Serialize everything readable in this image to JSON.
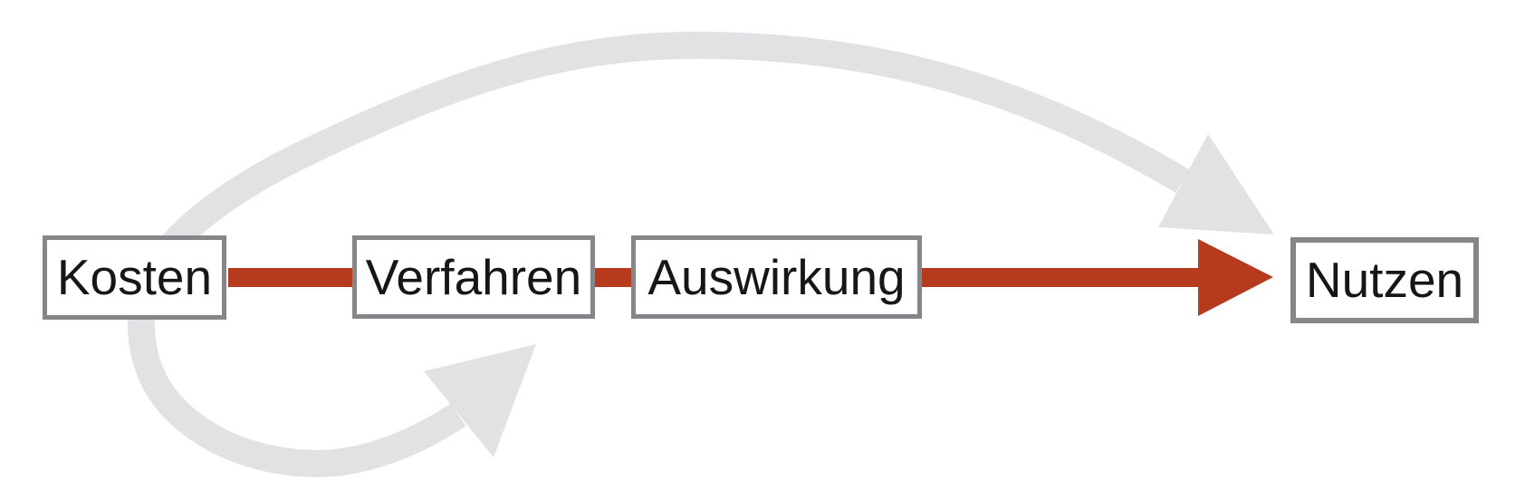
{
  "diagram": {
    "nodes": [
      {
        "id": "kosten",
        "label": "Kosten"
      },
      {
        "id": "verfahren",
        "label": "Verfahren"
      },
      {
        "id": "auswirkung",
        "label": "Auswirkung"
      },
      {
        "id": "nutzen",
        "label": "Nutzen"
      }
    ],
    "edges": [
      {
        "from": "Kosten",
        "to": "Verfahren",
        "style": "thick-red-line"
      },
      {
        "from": "Verfahren",
        "to": "Auswirkung",
        "style": "thick-red-line"
      },
      {
        "from": "Auswirkung",
        "to": "Nutzen",
        "style": "thick-red-arrow"
      },
      {
        "from": "Kosten",
        "to": "Nutzen",
        "style": "gray-curved-arrow-over-top"
      },
      {
        "from": "Kosten",
        "to": "Verfahren",
        "style": "gray-curved-arrow-below"
      }
    ],
    "colors": {
      "background": "#ffffff",
      "box_border": "#85868a",
      "box_fill": "#ffffff",
      "text": "#161616",
      "flow_arrow_red": "#b53a1e",
      "loop_arrow_gray": "#e2e2e5"
    }
  }
}
